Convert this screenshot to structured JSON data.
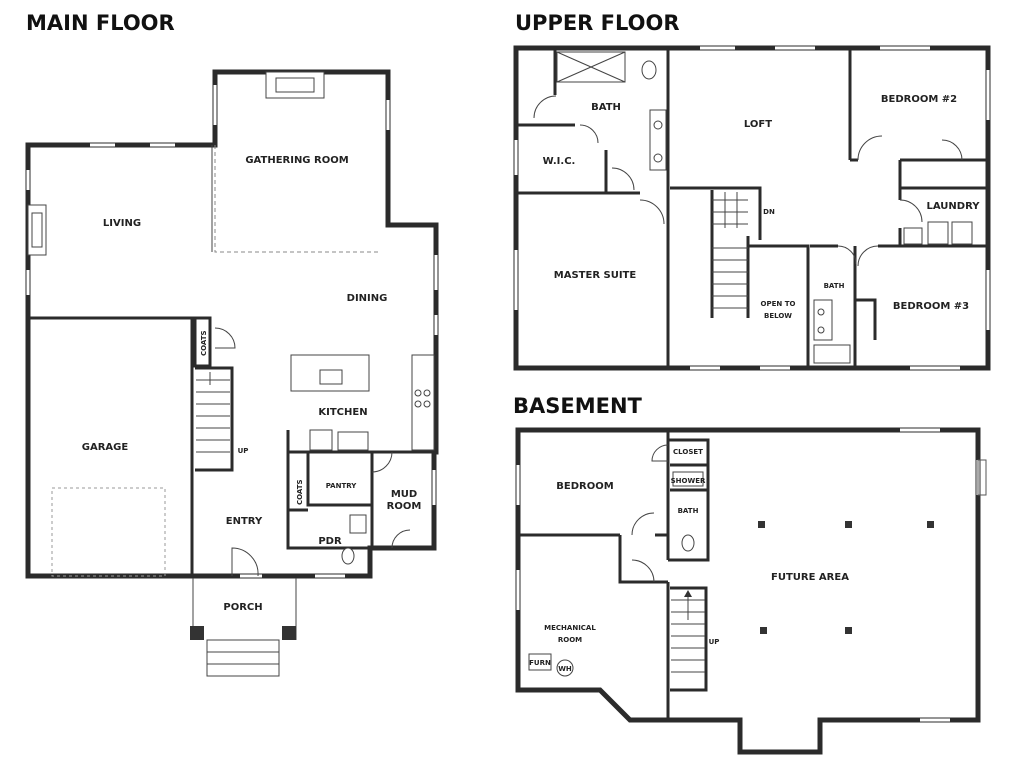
{
  "floors": {
    "main": {
      "title": "MAIN FLOOR",
      "rooms": {
        "gathering": "GATHERING ROOM",
        "living": "LIVING",
        "dining": "DINING",
        "kitchen": "KITCHEN",
        "garage": "GARAGE",
        "up": "UP",
        "pantry": "PANTRY",
        "mud": "MUD",
        "mud2": "ROOM",
        "entry": "ENTRY",
        "pdr": "PDR",
        "porch": "PORCH",
        "coats1": "COATS",
        "coats2": "COATS"
      }
    },
    "upper": {
      "title": "UPPER FLOOR",
      "rooms": {
        "bath": "BATH",
        "loft": "LOFT",
        "bedroom2": "BEDROOM #2",
        "wic": "W.I.C.",
        "laundry": "LAUNDRY",
        "dn": "DN",
        "master": "MASTER SUITE",
        "open1": "OPEN TO",
        "open2": "BELOW",
        "bath2": "BATH",
        "bedroom3": "BEDROOM #3"
      }
    },
    "basement": {
      "title": "BASEMENT",
      "rooms": {
        "closet": "CLOSET",
        "shower": "SHOWER",
        "bedroom": "BEDROOM",
        "bath": "BATH",
        "future": "FUTURE AREA",
        "mech1": "MECHANICAL",
        "mech2": "ROOM",
        "up": "UP",
        "furn": "FURN",
        "wh": "WH"
      }
    }
  }
}
